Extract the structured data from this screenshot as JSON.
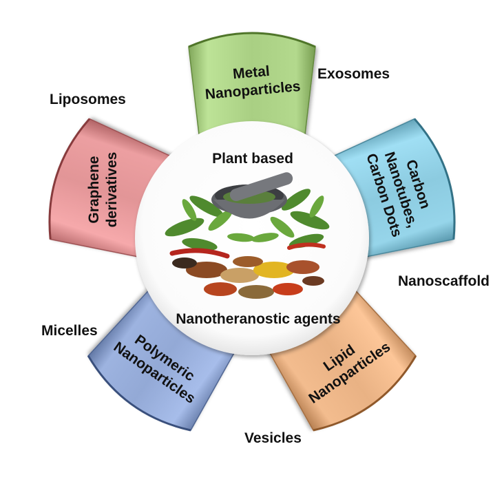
{
  "center": {
    "top_label": "Plant based",
    "bottom_label": "Nanotheranostic agents",
    "image": "herbs-and-spices-mortar-image"
  },
  "petals": [
    {
      "id": "metal",
      "lines": [
        "Metal",
        "Nanoparticles"
      ],
      "color": "#a9cf83"
    },
    {
      "id": "carbon",
      "lines": [
        "Carbon",
        "Nanotubes,",
        "Carbon Dots"
      ],
      "color": "#8ccbe0"
    },
    {
      "id": "lipid",
      "lines": [
        "Lipid",
        "Nanoparticles"
      ],
      "color": "#e9b284"
    },
    {
      "id": "polymeric",
      "lines": [
        "Polymeric",
        "Nanoparticles"
      ],
      "color": "#93a9d6"
    },
    {
      "id": "graphene",
      "lines": [
        "Graphene",
        "derivatives"
      ],
      "color": "#e29597"
    }
  ],
  "outer_labels": {
    "liposomes": "Liposomes",
    "exosomes": "Exosomes",
    "nanoscaffold": "Nanoscaffold",
    "vesicles": "Vesicles",
    "micelles": "Micelles"
  }
}
